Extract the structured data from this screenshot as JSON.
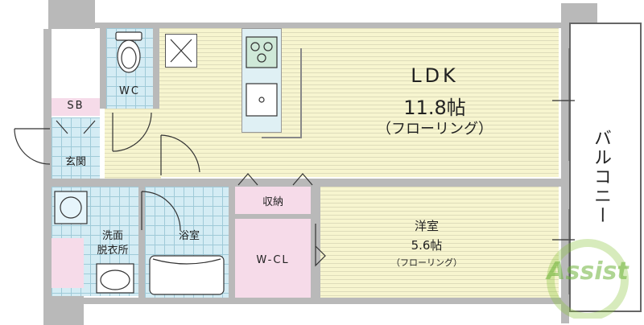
{
  "rooms": {
    "ldk": {
      "name": "LDK",
      "size": "11.8帖",
      "floor": "（フローリング）"
    },
    "western": {
      "name": "洋室",
      "size": "5.6帖",
      "floor": "（フローリング）"
    },
    "wc": "WC",
    "sb": "SB",
    "entrance": "玄関",
    "washroom_line1": "洗面",
    "washroom_line2": "脱衣所",
    "bath": "浴室",
    "wcl": "W-CL",
    "storage": "収納",
    "balcony": "バルコニー"
  },
  "watermark": "Assist",
  "colors": {
    "floor": "#f7f5cf",
    "tile": "#d4ecf4",
    "closet": "#f6dbe9",
    "wall": "#b9b9b9"
  }
}
